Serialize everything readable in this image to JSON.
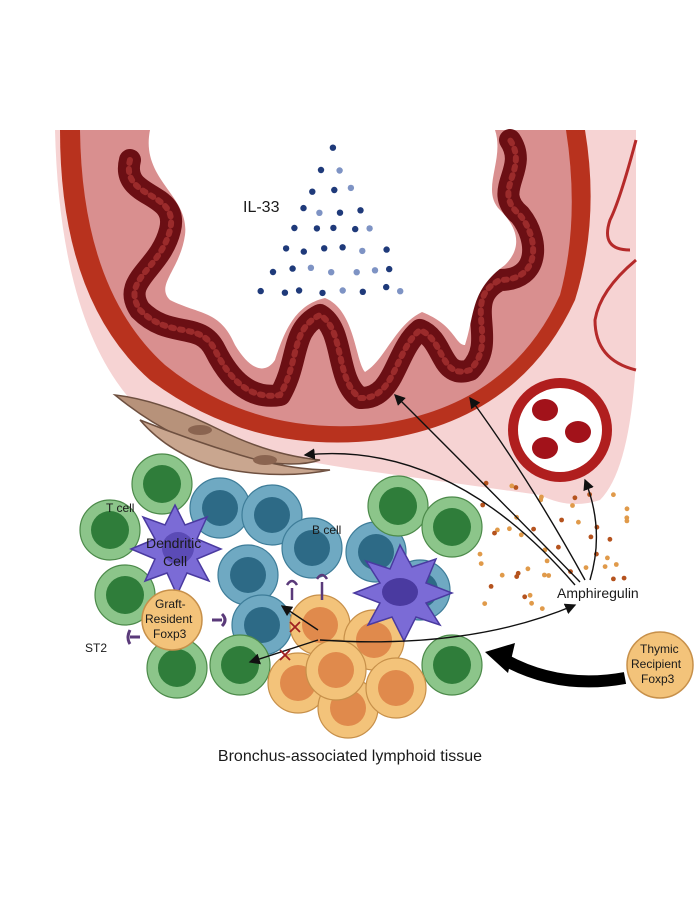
{
  "labels": {
    "il33": "IL-33",
    "t_cell": "T cell",
    "b_cell": "B cell",
    "dendritic_1": "Dendritic",
    "dendritic_2": "Cell",
    "graft_1": "Graft-",
    "graft_2": "Resident",
    "graft_3": "Foxp3",
    "st2": "ST2",
    "amphiregulin": "Amphiregulin",
    "thymic_1": "Thymic",
    "thymic_2": "Recipient",
    "thymic_3": "Foxp3"
  },
  "caption": "Bronchus-associated lymphoid tissue",
  "colors": {
    "airway_outer": "#b8321e",
    "airway_tissue": "#d98f8f",
    "airway_light": "#f2c7c7",
    "epithelium": "#6b0f14",
    "il33_dot": "#1f3a7a",
    "t_cell_outer": "#8cc58a",
    "t_cell_inner": "#2f7d3a",
    "b_cell_outer": "#6fa9c2",
    "b_cell_inner": "#2d6a86",
    "treg_outer": "#f3c37a",
    "treg_inner": "#e08a4c",
    "dendritic": "#7b6bd6",
    "fibroblast": "#b7927a",
    "amphiregulin_dot": "#b5531e",
    "vessel": "#b01e1e"
  }
}
